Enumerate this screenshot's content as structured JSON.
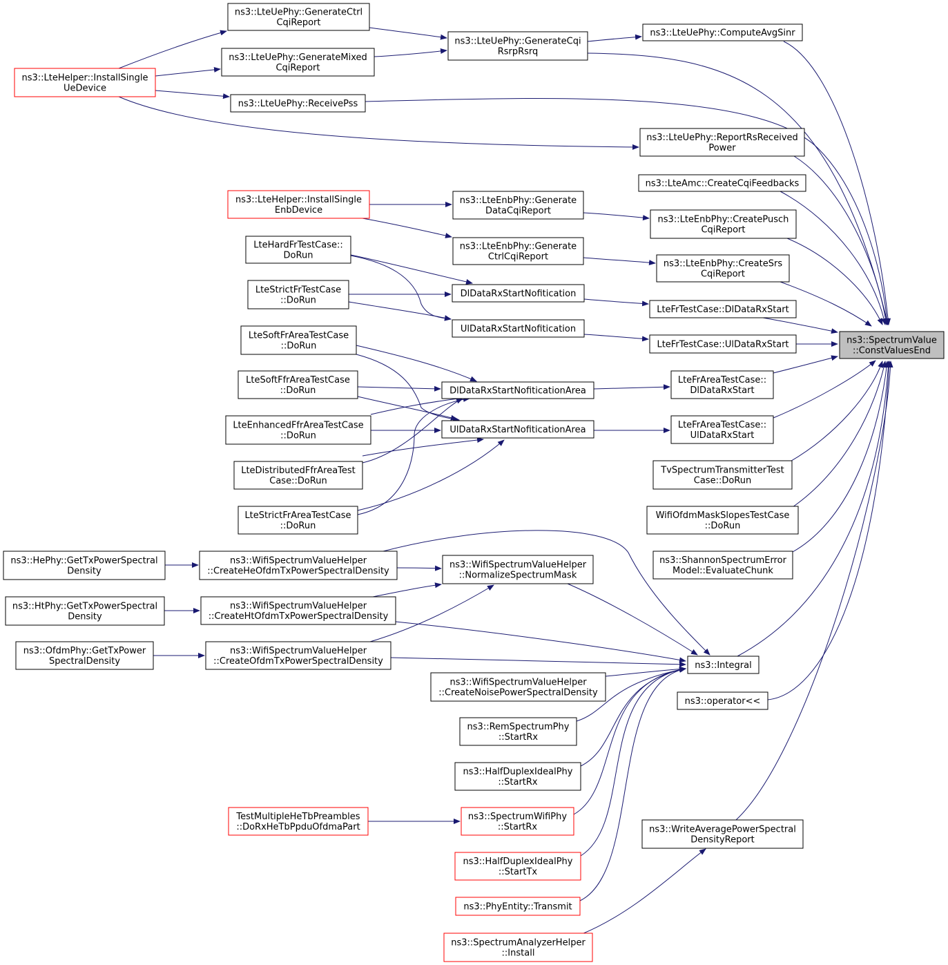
{
  "graph": {
    "root": "n_root",
    "colors": {
      "edge": "#191970",
      "node_border": "#000000",
      "root_fill": "#bfbfbf",
      "undocumented_border": "#ff0000",
      "node_fill": "#ffffff"
    },
    "nodes": [
      {
        "id": "n_root",
        "lines": [
          "ns3::SpectrumValue",
          "::ConstValuesEnd"
        ],
        "style": "root"
      },
      {
        "id": "n_computeAvgSinr",
        "lines": [
          "ns3::LteUePhy::ComputeAvgSinr"
        ],
        "style": "normal"
      },
      {
        "id": "n_genCqiRsrp",
        "lines": [
          "ns3::LteUePhy::GenerateCqi",
          "RsrpRsrq"
        ],
        "style": "normal"
      },
      {
        "id": "n_genCtrlCqi",
        "lines": [
          "ns3::LteUePhy::GenerateCtrl",
          "CqiReport"
        ],
        "style": "normal"
      },
      {
        "id": "n_genMixedCqi",
        "lines": [
          "ns3::LteUePhy::GenerateMixed",
          "CqiReport"
        ],
        "style": "normal"
      },
      {
        "id": "n_installUe",
        "lines": [
          "ns3::LteHelper::InstallSingle",
          "UeDevice"
        ],
        "style": "red"
      },
      {
        "id": "n_receivePss",
        "lines": [
          "ns3::LteUePhy::ReceivePss"
        ],
        "style": "normal"
      },
      {
        "id": "n_reportRs",
        "lines": [
          "ns3::LteUePhy::ReportRsReceived",
          "Power"
        ],
        "style": "normal"
      },
      {
        "id": "n_createCqiFb",
        "lines": [
          "ns3::LteAmc::CreateCqiFeedbacks"
        ],
        "style": "normal"
      },
      {
        "id": "n_installEnb",
        "lines": [
          "ns3::LteHelper::InstallSingle",
          "EnbDevice"
        ],
        "style": "red"
      },
      {
        "id": "n_genDataCqi",
        "lines": [
          "ns3::LteEnbPhy::Generate",
          "DataCqiReport"
        ],
        "style": "normal"
      },
      {
        "id": "n_createPusch",
        "lines": [
          "ns3::LteEnbPhy::CreatePusch",
          "CqiReport"
        ],
        "style": "normal"
      },
      {
        "id": "n_genCtrlCqiEnb",
        "lines": [
          "ns3::LteEnbPhy::Generate",
          "CtrlCqiReport"
        ],
        "style": "normal"
      },
      {
        "id": "n_createSrs",
        "lines": [
          "ns3::LteEnbPhy::CreateSrs",
          "CqiReport"
        ],
        "style": "normal"
      },
      {
        "id": "n_hardFr",
        "lines": [
          "LteHardFrTestCase::",
          "DoRun"
        ],
        "style": "normal"
      },
      {
        "id": "n_strictFr",
        "lines": [
          "LteStrictFrTestCase",
          "::DoRun"
        ],
        "style": "normal"
      },
      {
        "id": "n_dlNotif",
        "lines": [
          "DlDataRxStartNofitication"
        ],
        "style": "normal"
      },
      {
        "id": "n_ulNotif",
        "lines": [
          "UlDataRxStartNofitication"
        ],
        "style": "normal"
      },
      {
        "id": "n_frDlStart",
        "lines": [
          "LteFrTestCase::DlDataRxStart"
        ],
        "style": "normal"
      },
      {
        "id": "n_frUlStart",
        "lines": [
          "LteFrTestCase::UlDataRxStart"
        ],
        "style": "normal"
      },
      {
        "id": "n_softFrArea",
        "lines": [
          "LteSoftFrAreaTestCase",
          "::DoRun"
        ],
        "style": "normal"
      },
      {
        "id": "n_softFfrArea",
        "lines": [
          "LteSoftFfrAreaTestCase",
          "::DoRun"
        ],
        "style": "normal"
      },
      {
        "id": "n_enhFfrArea",
        "lines": [
          "LteEnhancedFfrAreaTestCase",
          "::DoRun"
        ],
        "style": "normal"
      },
      {
        "id": "n_distFfrArea",
        "lines": [
          "LteDistributedFfrAreaTest",
          "Case::DoRun"
        ],
        "style": "normal"
      },
      {
        "id": "n_strictFrArea",
        "lines": [
          "LteStrictFrAreaTestCase",
          "::DoRun"
        ],
        "style": "normal"
      },
      {
        "id": "n_dlNotifArea",
        "lines": [
          "DlDataRxStartNofiticationArea"
        ],
        "style": "normal"
      },
      {
        "id": "n_ulNotifArea",
        "lines": [
          "UlDataRxStartNofiticationArea"
        ],
        "style": "normal"
      },
      {
        "id": "n_frAreaDl",
        "lines": [
          "LteFrAreaTestCase::",
          "DlDataRxStart"
        ],
        "style": "normal"
      },
      {
        "id": "n_frAreaUl",
        "lines": [
          "LteFrAreaTestCase::",
          "UlDataRxStart"
        ],
        "style": "normal"
      },
      {
        "id": "n_tvSpectrum",
        "lines": [
          "TvSpectrumTransmitterTest",
          "Case::DoRun"
        ],
        "style": "normal"
      },
      {
        "id": "n_wifiMask",
        "lines": [
          "WifiOfdmMaskSlopesTestCase",
          "::DoRun"
        ],
        "style": "normal"
      },
      {
        "id": "n_shannon",
        "lines": [
          "ns3::ShannonSpectrumError",
          "Model::EvaluateChunk"
        ],
        "style": "normal"
      },
      {
        "id": "n_hePhy",
        "lines": [
          "ns3::HePhy::GetTxPowerSpectral",
          "Density"
        ],
        "style": "normal"
      },
      {
        "id": "n_createHe",
        "lines": [
          "ns3::WifiSpectrumValueHelper",
          "::CreateHeOfdmTxPowerSpectralDensity"
        ],
        "style": "normal"
      },
      {
        "id": "n_normalize",
        "lines": [
          "ns3::WifiSpectrumValueHelper",
          "::NormalizeSpectrumMask"
        ],
        "style": "normal"
      },
      {
        "id": "n_htPhy",
        "lines": [
          "ns3::HtPhy::GetTxPowerSpectral",
          "Density"
        ],
        "style": "normal"
      },
      {
        "id": "n_createHt",
        "lines": [
          "ns3::WifiSpectrumValueHelper",
          "::CreateHtOfdmTxPowerSpectralDensity"
        ],
        "style": "normal"
      },
      {
        "id": "n_ofdmPhy",
        "lines": [
          "ns3::OfdmPhy::GetTxPower",
          "SpectralDensity"
        ],
        "style": "normal"
      },
      {
        "id": "n_createOfdm",
        "lines": [
          "ns3::WifiSpectrumValueHelper",
          "::CreateOfdmTxPowerSpectralDensity"
        ],
        "style": "normal"
      },
      {
        "id": "n_integral",
        "lines": [
          "ns3::Integral"
        ],
        "style": "normal"
      },
      {
        "id": "n_createNoise",
        "lines": [
          "ns3::WifiSpectrumValueHelper",
          "::CreateNoisePowerSpectralDensity"
        ],
        "style": "normal"
      },
      {
        "id": "n_operator",
        "lines": [
          "ns3::operator<<"
        ],
        "style": "normal"
      },
      {
        "id": "n_remStart",
        "lines": [
          "ns3::RemSpectrumPhy",
          "::StartRx"
        ],
        "style": "normal"
      },
      {
        "id": "n_hdStartRx",
        "lines": [
          "ns3::HalfDuplexIdealPhy",
          "::StartRx"
        ],
        "style": "normal"
      },
      {
        "id": "n_testHeTb",
        "lines": [
          "TestMultipleHeTbPreambles",
          "::DoRxHeTbPpduOfdmaPart"
        ],
        "style": "red"
      },
      {
        "id": "n_spectrumWifi",
        "lines": [
          "ns3::SpectrumWifiPhy",
          "::StartRx"
        ],
        "style": "red"
      },
      {
        "id": "n_writeAvg",
        "lines": [
          "ns3::WriteAveragePowerSpectral",
          "DensityReport"
        ],
        "style": "normal"
      },
      {
        "id": "n_hdStartTx",
        "lines": [
          "ns3::HalfDuplexIdealPhy",
          "::StartTx"
        ],
        "style": "red"
      },
      {
        "id": "n_phyTransmit",
        "lines": [
          "ns3::PhyEntity::Transmit"
        ],
        "style": "red"
      },
      {
        "id": "n_specAnalyzer",
        "lines": [
          "ns3::SpectrumAnalyzerHelper",
          "::Install"
        ],
        "style": "red"
      }
    ]
  }
}
